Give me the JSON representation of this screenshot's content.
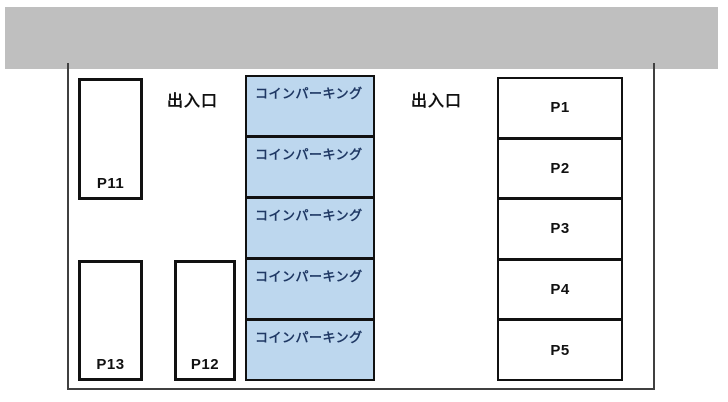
{
  "diagram": {
    "type": "parking-lot-layout",
    "colors": {
      "road_fill": "#BFBFBF",
      "coin_cell_fill": "#BDD7EE",
      "coin_text": "#1F3864",
      "stall_border": "#111111",
      "boundary_border": "#404040"
    },
    "road": {
      "name": "road-strip"
    },
    "entrances": [
      {
        "label": "出入口"
      },
      {
        "label": "出入口"
      }
    ],
    "left_stalls": [
      {
        "label": "P11"
      },
      {
        "label": "P13"
      },
      {
        "label": "P12"
      }
    ],
    "coin_parking": {
      "cells": [
        {
          "label": "コインパーキング"
        },
        {
          "label": "コインパーキング"
        },
        {
          "label": "コインパーキング"
        },
        {
          "label": "コインパーキング"
        },
        {
          "label": "コインパーキング"
        }
      ]
    },
    "right_stalls": [
      {
        "label": "P1"
      },
      {
        "label": "P2"
      },
      {
        "label": "P3"
      },
      {
        "label": "P4"
      },
      {
        "label": "P5"
      }
    ]
  }
}
